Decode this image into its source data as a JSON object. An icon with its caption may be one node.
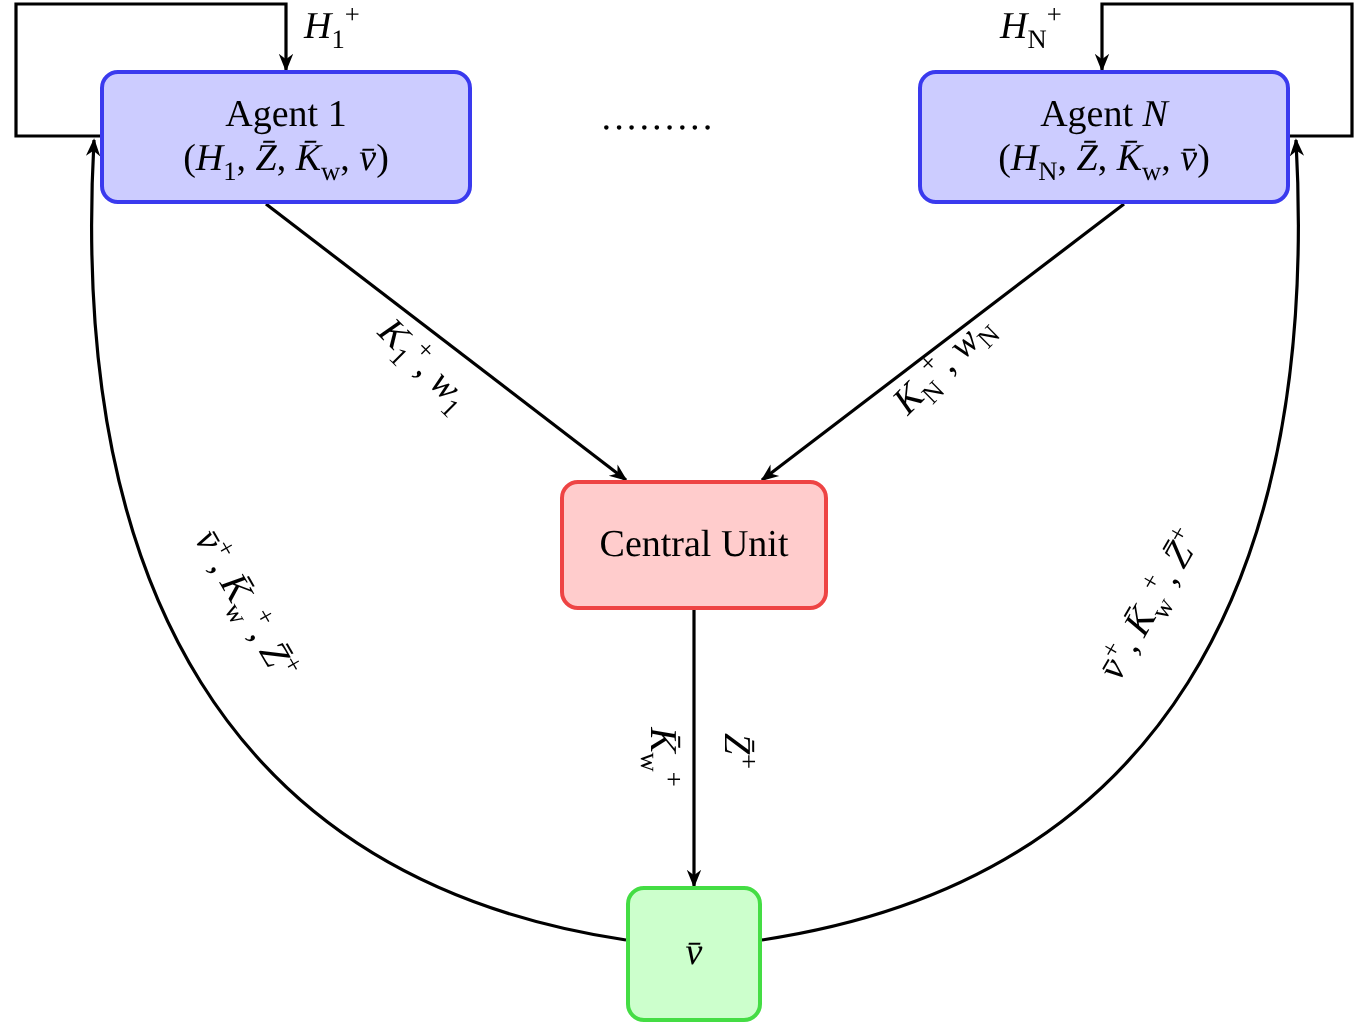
{
  "diagram": {
    "nodes": [
      {
        "text": [
          "Agent 1",
          "(*H*$_{1}$, *Z̄*, *K̄*$_{w}$, *v̄*)"
        ]
      },
      {
        "text": [
          "Agent *N*",
          "(*H*$_{N}$, *Z̄*, *K̄*$_{w}$, *v̄*)"
        ]
      },
      {
        "text": [
          "Central Unit"
        ]
      },
      {
        "text": [
          "*v̄*"
        ]
      }
    ],
    "edges": [
      {
        "from": 0,
        "to": 0,
        "arrow": "to",
        "label": "*H*$_{1}$$^{+}$"
      },
      {
        "from": 1,
        "to": 1,
        "arrow": "to",
        "label": "*H*$_{N}$$^{+}$"
      },
      {
        "from": 0,
        "to": 2,
        "arrow": "to",
        "label": "*K*$_{1}$$^{+}$, *w*$_{1}$"
      },
      {
        "from": 1,
        "to": 2,
        "arrow": "to",
        "label": "*K*$_{N}$$^{+}$, *w*$_{N}$"
      },
      {
        "from": 2,
        "to": 3,
        "arrow": "to",
        "label": "*K̄*$_{w}$$^{+}$"
      },
      {
        "from": 3,
        "to": 0,
        "arrow": "to",
        "label": "*v̄*$^{+}$, *K̄*$_{w}$$^{+}$, *Z̄*$^{+}$"
      },
      {
        "from": 3,
        "to": 1,
        "arrow": "to",
        "label": "*v̄*$^{+}$, *K̄*$_{w}$$^{+}$, *Z̄*$^{+}$"
      }
    ],
    "labels": [
      "·········",
      "*Z̄*$^{+}$"
    ]
  }
}
